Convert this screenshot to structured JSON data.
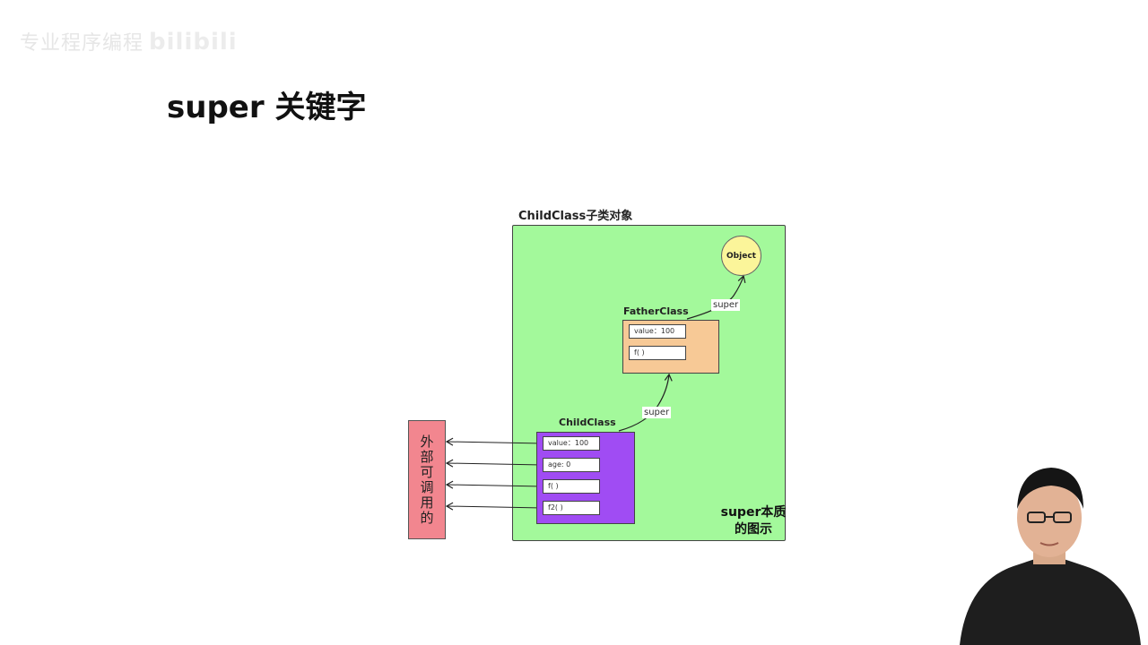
{
  "watermark": {
    "text": "专业程序编程",
    "brand": "bilibili"
  },
  "slide": {
    "title": "super 关键字"
  },
  "diagram": {
    "outer_label": "ChildClass子类对象",
    "essence_line1": "super本质",
    "essence_line2": "的图示",
    "object_label": "Object",
    "father": {
      "label": "FatherClass",
      "members": [
        "value：100",
        "f( )"
      ]
    },
    "child": {
      "label": "ChildClass",
      "members": [
        "value：100",
        "age: 0",
        "f( )",
        "f2( )"
      ]
    },
    "super_upper": "super",
    "super_lower": "super",
    "external_label": "外部可调用的"
  },
  "colors": {
    "outer_fill": "#a3f99b",
    "father_fill": "#f7c996",
    "child_fill": "#a04cf3",
    "external_fill": "#f2868f",
    "object_fill": "#fbf59a"
  }
}
